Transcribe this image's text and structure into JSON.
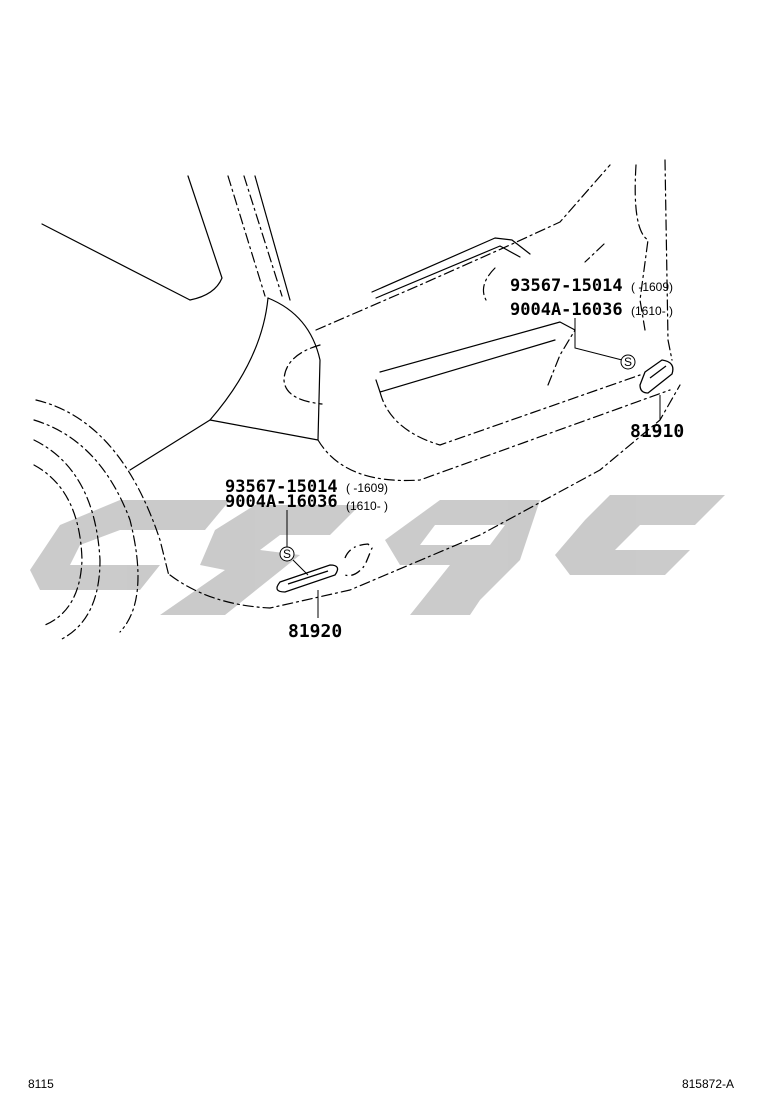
{
  "callouts": {
    "upper": {
      "part_a": "93567-15014",
      "range_a": "(      -1609)",
      "part_b": "9004A-16036",
      "range_b": "(1610-      )",
      "symbol": "S",
      "ref": "81910"
    },
    "lower": {
      "part_a": "93567-15014",
      "range_a": "(      -1609)",
      "part_b": "9004A-16036",
      "range_b": "(1610-      )",
      "symbol": "S",
      "ref": "81920"
    }
  },
  "watermark": {
    "color": "#c8c8c8"
  },
  "footer": {
    "page": "8115",
    "figure_code": "815872-A"
  }
}
